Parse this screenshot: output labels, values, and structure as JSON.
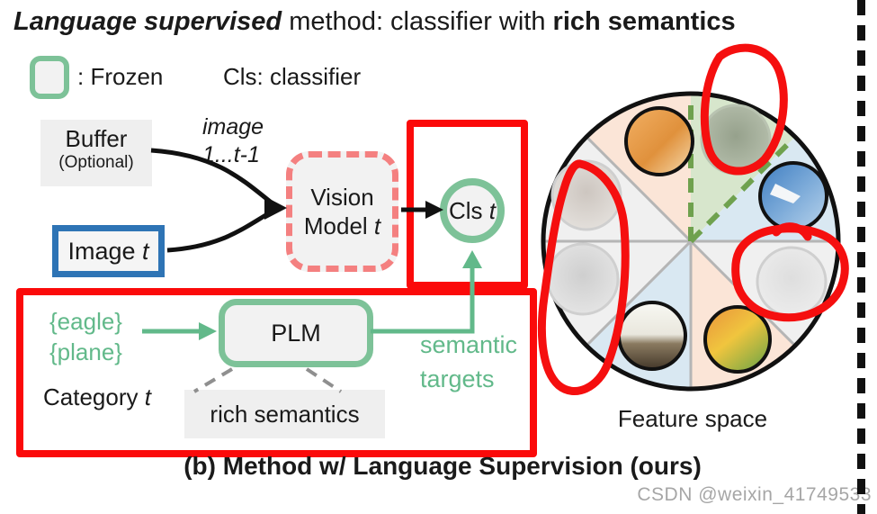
{
  "title": {
    "bold_italic": "Language supervised",
    "regular": " method: classifier with ",
    "bold": "rich semantics"
  },
  "legend": {
    "frozen_icon": "green-rounded-square-frozen-icon",
    "frozen_label": ": Frozen",
    "cls_label": "Cls: classifier"
  },
  "flow": {
    "buffer_box": {
      "title": "Buffer",
      "subtitle": "(Optional)"
    },
    "image_note": {
      "line1": "image",
      "line2": "1...t-1"
    },
    "image_t_box": {
      "prefix": "Image ",
      "var": "t"
    },
    "vision_model_box": {
      "line1": "Vision",
      "line2_prefix": "Model ",
      "line2_var": "t"
    },
    "cls_node": {
      "prefix": "Cls ",
      "var": "t"
    },
    "plm_box": {
      "label": "PLM"
    },
    "category_set": {
      "line1": "{eagle}",
      "line2": "{plane}"
    },
    "category_label": {
      "prefix": "Category ",
      "var": "t"
    },
    "rich_semantics_box": {
      "label": "rich semantics"
    },
    "semantic_targets": {
      "line1": "semantic",
      "line2": "targets"
    }
  },
  "feature_space": {
    "label": "Feature space",
    "slices": [
      {
        "position": "top-right",
        "color": "#d7e6cc",
        "dashed_green_border": true
      },
      {
        "position": "right-upper",
        "color": "#d9e8f2"
      },
      {
        "position": "right-lower",
        "color": "#f0f0f0"
      },
      {
        "position": "bottom-right",
        "color": "#fbe5d7"
      },
      {
        "position": "bottom-left",
        "color": "#d9e8f2"
      },
      {
        "position": "left-lower",
        "color": "#f0f0f0"
      },
      {
        "position": "left-upper",
        "color": "#f0f0f0"
      },
      {
        "position": "top-left",
        "color": "#fbe5d7"
      }
    ],
    "images": [
      {
        "name": "cat",
        "faded": false,
        "red_circled": false
      },
      {
        "name": "monkey",
        "faded": true,
        "red_circled": true
      },
      {
        "name": "plane",
        "faded": false,
        "red_circled": false
      },
      {
        "name": "panda",
        "faded": true,
        "red_circled": true
      },
      {
        "name": "parrot",
        "faded": false,
        "red_circled": false
      },
      {
        "name": "eagle",
        "faded": false,
        "red_circled": false
      },
      {
        "name": "lynx",
        "faded": true,
        "red_circled": true
      },
      {
        "name": "red-panda",
        "faded": true,
        "red_circled": true
      }
    ]
  },
  "caption": "(b) Method w/ Language Supervision (ours)",
  "watermark": "CSDN @weixin_41749533",
  "colors": {
    "accent_green_border": "#7dc298",
    "green_text_arrows": "#62b98a",
    "frame_red": "#fb0a0a",
    "vision_dashed_red": "#f48080",
    "image_box_blue": "#2e74b5",
    "box_gray_fill": "#f2f2f2",
    "slice_divider_gray": "#b5b5b5",
    "green_dashed_slice_border": "#6fa14e"
  }
}
